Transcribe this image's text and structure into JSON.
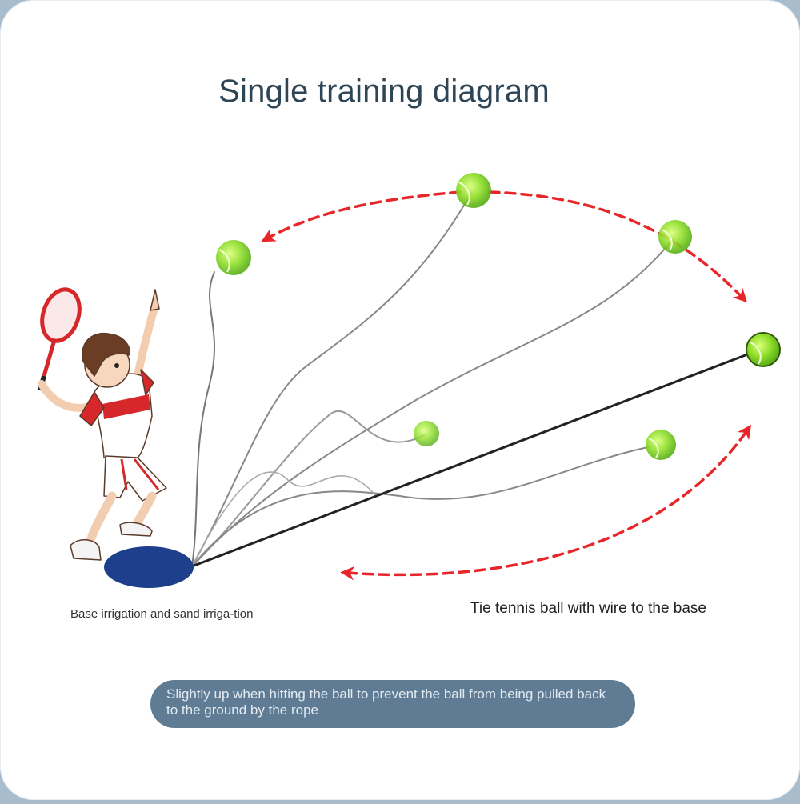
{
  "title": "Single training diagram",
  "labels": {
    "base": "Base irrigation and sand irriga-tion",
    "tie": "Tie tennis ball with wire to the base",
    "note": "Slightly up when hitting the ball to prevent the ball from being pulled back to the ground by the rope"
  },
  "colors": {
    "background": "#a9bccb",
    "card": "#ffffff",
    "title": "#2e4556",
    "arrow": "#e8262a",
    "ball": "#7ed321",
    "base": "#1e3f8c",
    "note_bg": "#5f7c94",
    "note_text": "#e3ebf2"
  },
  "icons": {
    "player": "tennis-player-illustration",
    "ball": "tennis-ball-icon",
    "base": "training-base-disc",
    "arrow": "red-dashed-arrow"
  }
}
